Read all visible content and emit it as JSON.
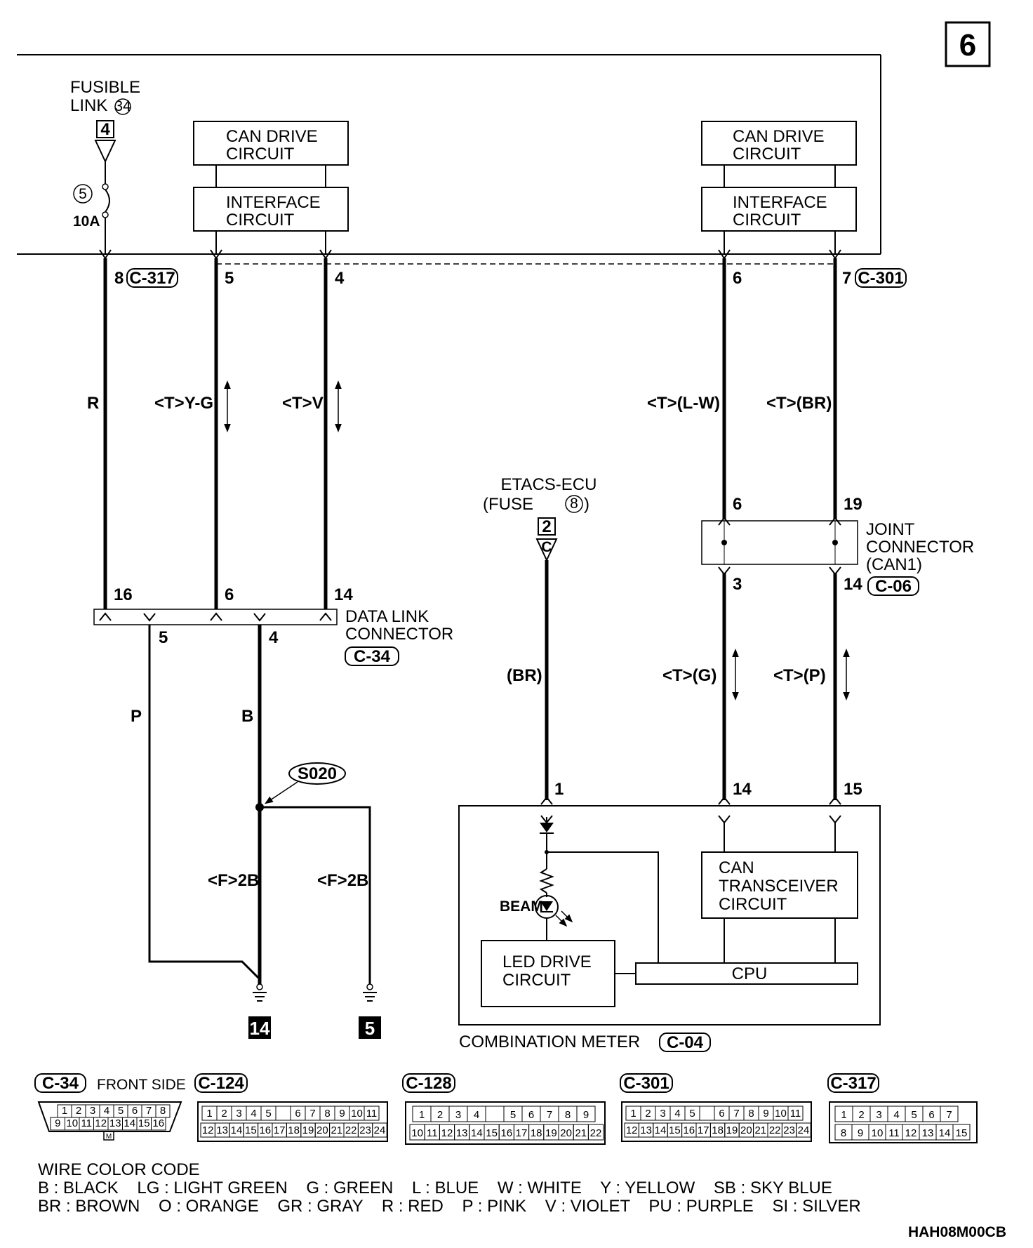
{
  "page_number": "6",
  "fusible_link": {
    "line1": "FUSIBLE",
    "line2": "LINK",
    "num": "34",
    "terminal": "4",
    "fuse_num": "5",
    "rating": "10A"
  },
  "ecu_left": {
    "can_drive_1": "CAN DRIVE",
    "can_drive_2": "CIRCUIT",
    "interface_1": "INTERFACE",
    "interface_2": "CIRCUIT"
  },
  "ecu_right": {
    "can_drive_1": "CAN DRIVE",
    "can_drive_2": "CIRCUIT",
    "interface_1": "INTERFACE",
    "interface_2": "CIRCUIT"
  },
  "top_pins": {
    "p8": "8",
    "c317": "C-317",
    "p5": "5",
    "p4": "4",
    "p6": "6",
    "p7": "7",
    "c301": "C-301"
  },
  "wire_colors": {
    "r": "R",
    "yg": "<T>Y-G",
    "v": "<T>V",
    "lw": "<T>(L-W)",
    "br": "<T>(BR)",
    "br2": "(BR)",
    "g": "<T>(G)",
    "p_t": "<T>(P)",
    "p": "P",
    "b": "B",
    "f2b_1": "<F>2B",
    "f2b_2": "<F>2B"
  },
  "etacs": {
    "line1": "ETACS-ECU",
    "line2a": "(FUSE",
    "line2b": ")",
    "fuse": "8",
    "terminal": "2",
    "c_letter": "C"
  },
  "joint": {
    "line1": "JOINT",
    "line2": "CONNECTOR",
    "line3": "(CAN1)",
    "code": "C-06",
    "p6": "6",
    "p19": "19",
    "p3": "3",
    "p14": "14"
  },
  "dlc": {
    "line1": "DATA LINK",
    "line2": "CONNECTOR",
    "code": "C-34",
    "p16": "16",
    "p6": "6",
    "p14": "14",
    "p5": "5",
    "p4": "4"
  },
  "splice": "S020",
  "grounds": {
    "g14": "14",
    "g5": "5"
  },
  "meter": {
    "title": "COMBINATION METER",
    "code": "C-04",
    "p1": "1",
    "p14": "14",
    "p15": "15",
    "beam": "BEAM",
    "can_1": "CAN",
    "can_2": "TRANSCEIVER",
    "can_3": "CIRCUIT",
    "led_1": "LED DRIVE",
    "led_2": "CIRCUIT",
    "cpu": "CPU"
  },
  "connectors": {
    "c34": {
      "code": "C-34",
      "side": "FRONT SIDE",
      "row1": [
        "1",
        "2",
        "3",
        "4",
        "5",
        "6",
        "7",
        "8"
      ],
      "row2": [
        "9",
        "10",
        "11",
        "12",
        "13",
        "14",
        "15",
        "16"
      ],
      "key": "M"
    },
    "c124": {
      "code": "C-124",
      "row1": [
        "1",
        "2",
        "3",
        "4",
        "5",
        "",
        "6",
        "7",
        "8",
        "9",
        "10",
        "11"
      ],
      "row2": [
        "12",
        "13",
        "14",
        "15",
        "16",
        "17",
        "18",
        "19",
        "20",
        "21",
        "22",
        "23",
        "24"
      ]
    },
    "c128": {
      "code": "C-128",
      "row1": [
        "1",
        "2",
        "3",
        "4",
        "",
        "5",
        "6",
        "7",
        "8",
        "9"
      ],
      "row2": [
        "10",
        "11",
        "12",
        "13",
        "14",
        "15",
        "16",
        "17",
        "18",
        "19",
        "20",
        "21",
        "22"
      ]
    },
    "c301": {
      "code": "C-301",
      "row1": [
        "1",
        "2",
        "3",
        "4",
        "5",
        "",
        "6",
        "7",
        "8",
        "9",
        "10",
        "11"
      ],
      "row2": [
        "12",
        "13",
        "14",
        "15",
        "16",
        "17",
        "18",
        "19",
        "20",
        "21",
        "22",
        "23",
        "24"
      ]
    },
    "c317": {
      "code": "C-317",
      "row1": [
        "1",
        "2",
        "3",
        "4",
        "5",
        "6",
        "7"
      ],
      "row2": [
        "8",
        "9",
        "10",
        "11",
        "12",
        "13",
        "14",
        "15"
      ]
    }
  },
  "color_code": {
    "title": "WIRE COLOR CODE",
    "line1": "B : BLACK    LG : LIGHT GREEN    G : GREEN    L : BLUE    W : WHITE    Y : YELLOW    SB : SKY BLUE",
    "line2": "BR : BROWN    O : ORANGE    GR : GRAY    R : RED    P : PINK    V : VIOLET    PU : PURPLE    SI : SILVER"
  },
  "figure_code": "HAH08M00CB"
}
